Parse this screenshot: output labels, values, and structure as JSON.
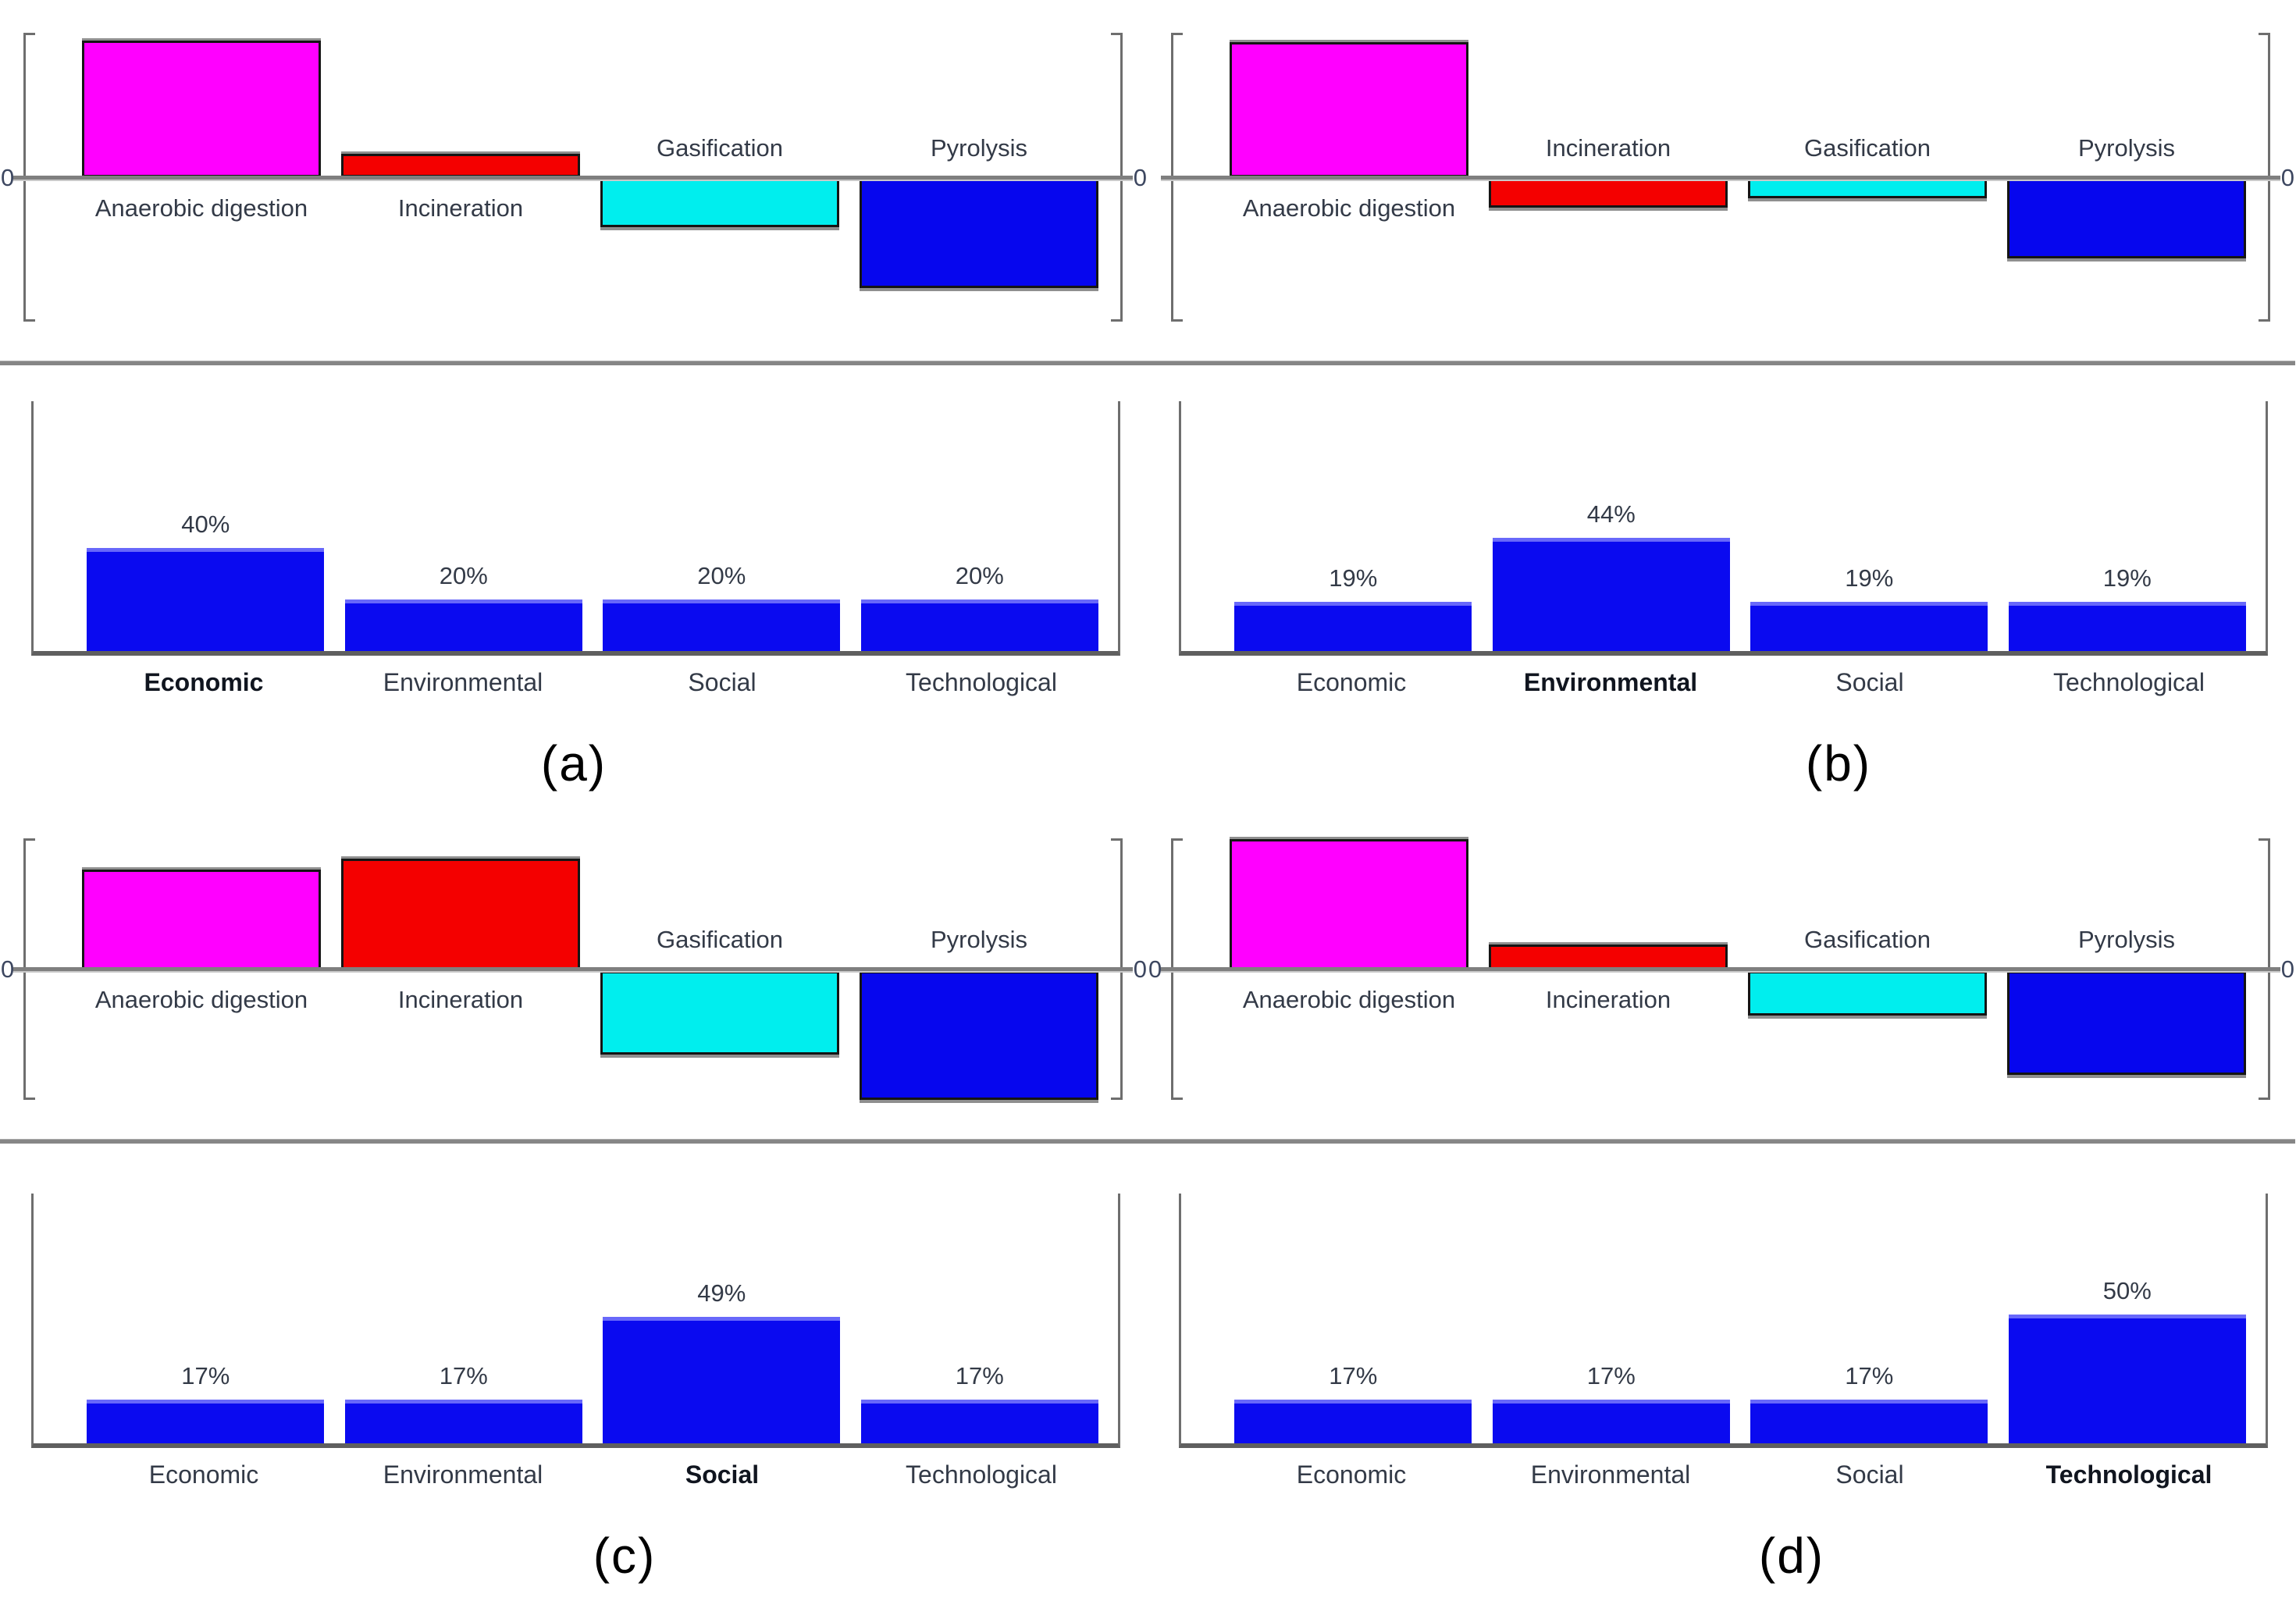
{
  "zero_label": "0",
  "colors": {
    "anaerobic_digestion": "#FF00FF",
    "incineration": "#F40000",
    "gasification": "#00EEEE",
    "pyrolysis": "#0606EE",
    "weight_bar": "#0A0AF0",
    "axis": "#6E6E6E",
    "zero_line": "#7F7F7F",
    "divider": "#868686",
    "bar_border": "#141414",
    "label_text": "#333A47",
    "zero_text": "#3D4760",
    "caption_text": "#000000"
  },
  "technology_bar_colors": [
    "#FF00FF",
    "#F40000",
    "#00EEEE",
    "#0606EE"
  ],
  "chart_data": [
    {
      "panel": "a",
      "caption": "(a)",
      "top_chart": {
        "type": "bar",
        "title": "",
        "categories": [
          "Anaerobic digestion",
          "Incineration",
          "Gasification",
          "Pyrolysis"
        ],
        "values": [
          175,
          30,
          -62,
          -140
        ],
        "units": "relative score (unlabeled axis, pixel-proportional)",
        "y_axis_tick_labels": [
          "0"
        ],
        "zero_labels": {
          "left": true,
          "right": true
        },
        "grid": false,
        "legend": "none"
      },
      "bottom_chart": {
        "type": "bar",
        "title": "",
        "categories": [
          "Economic",
          "Environmental",
          "Social",
          "Technological"
        ],
        "values": [
          40,
          20,
          20,
          20
        ],
        "labels": [
          "40%",
          "20%",
          "20%",
          "20%"
        ],
        "bold_category": "Economic",
        "ylim": [
          0,
          100
        ],
        "grid": false,
        "legend": "none"
      }
    },
    {
      "panel": "b",
      "caption": "(b)",
      "top_chart": {
        "type": "bar",
        "title": "",
        "categories": [
          "Anaerobic digestion",
          "Incineration",
          "Gasification",
          "Pyrolysis"
        ],
        "values": [
          173,
          -37,
          -25,
          -102
        ],
        "units": "relative score (unlabeled axis, pixel-proportional)",
        "y_axis_tick_labels": [
          "0"
        ],
        "zero_labels": {
          "left": false,
          "right": true
        },
        "grid": false,
        "legend": "none"
      },
      "bottom_chart": {
        "type": "bar",
        "title": "",
        "categories": [
          "Economic",
          "Environmental",
          "Social",
          "Technological"
        ],
        "values": [
          19,
          44,
          19,
          19
        ],
        "labels": [
          "19%",
          "44%",
          "19%",
          "19%"
        ],
        "bold_category": "Environmental",
        "ylim": [
          0,
          100
        ],
        "grid": false,
        "legend": "none"
      }
    },
    {
      "panel": "c",
      "caption": "(c)",
      "top_chart": {
        "type": "bar",
        "title": "",
        "categories": [
          "Anaerobic digestion",
          "Incineration",
          "Gasification",
          "Pyrolysis"
        ],
        "values": [
          128,
          142,
          -107,
          -165
        ],
        "units": "relative score (unlabeled axis, pixel-proportional)",
        "y_axis_tick_labels": [
          "0"
        ],
        "zero_labels": {
          "left": true,
          "right": true
        },
        "grid": false,
        "legend": "none"
      },
      "bottom_chart": {
        "type": "bar",
        "title": "",
        "categories": [
          "Economic",
          "Environmental",
          "Social",
          "Technological"
        ],
        "values": [
          17,
          17,
          49,
          17
        ],
        "labels": [
          "17%",
          "17%",
          "49%",
          "17%"
        ],
        "bold_category": "Social",
        "ylim": [
          0,
          100
        ],
        "grid": false,
        "legend": "none"
      }
    },
    {
      "panel": "d",
      "caption": "(d)",
      "top_chart": {
        "type": "bar",
        "title": "",
        "categories": [
          "Anaerobic digestion",
          "Incineration",
          "Gasification",
          "Pyrolysis"
        ],
        "values": [
          167,
          32,
          -57,
          -133
        ],
        "units": "relative score (unlabeled axis, pixel-proportional)",
        "y_axis_tick_labels": [
          "0"
        ],
        "zero_labels": {
          "left": true,
          "right": true
        },
        "grid": false,
        "legend": "none"
      },
      "bottom_chart": {
        "type": "bar",
        "title": "",
        "categories": [
          "Economic",
          "Environmental",
          "Social",
          "Technological"
        ],
        "values": [
          17,
          17,
          17,
          50
        ],
        "labels": [
          "17%",
          "17%",
          "17%",
          "50%"
        ],
        "bold_category": "Technological",
        "ylim": [
          0,
          100
        ],
        "grid": false,
        "legend": "none"
      }
    }
  ]
}
